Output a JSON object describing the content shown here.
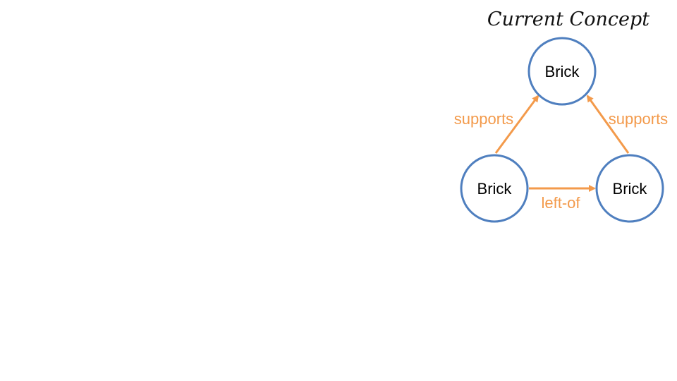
{
  "title": "Current Concept",
  "colors": {
    "node_stroke": "#4f7fbf",
    "edge": "#f39a4b",
    "text": "#000000"
  },
  "nodes": [
    {
      "id": "top",
      "label": "Brick"
    },
    {
      "id": "left",
      "label": "Brick"
    },
    {
      "id": "right",
      "label": "Brick"
    }
  ],
  "edges": [
    {
      "from": "left",
      "to": "top",
      "label": "supports"
    },
    {
      "from": "right",
      "to": "top",
      "label": "supports"
    },
    {
      "from": "left",
      "to": "right",
      "label": "left-of"
    }
  ]
}
